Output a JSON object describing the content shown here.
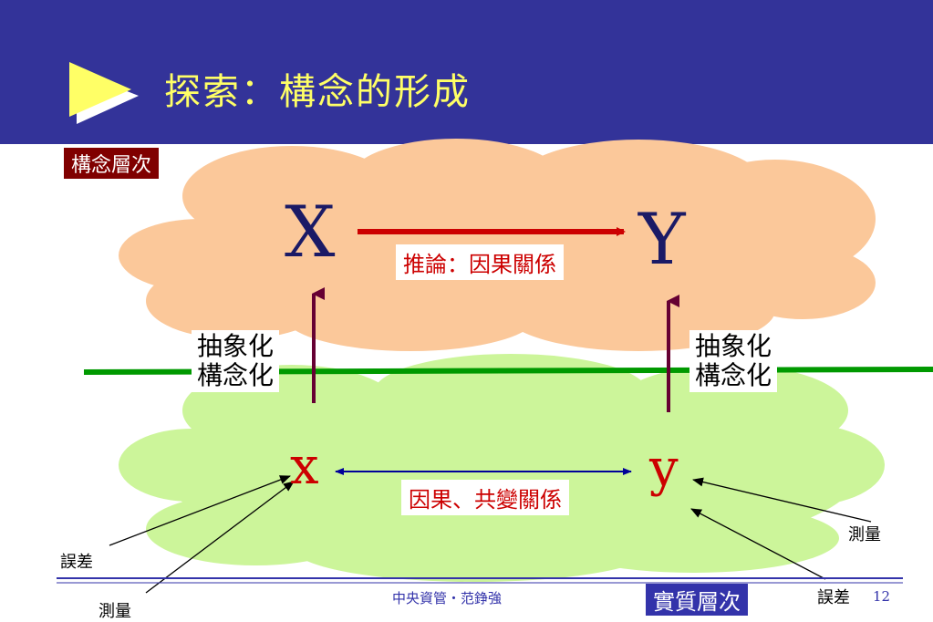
{
  "slide": {
    "title": "探索：構念的形成",
    "page_number": "12",
    "footer_text": "中央資管・范錚強"
  },
  "levels": {
    "concept": "構念層次",
    "real": "實質層次"
  },
  "concept_layer": {
    "x": "X",
    "y": "Y",
    "relation": "推論：因果關係"
  },
  "real_layer": {
    "x": "x",
    "y": "y",
    "relation": "因果、共變關係"
  },
  "abstraction": {
    "left_line1": "抽象化",
    "left_line2": "構念化",
    "right_line1": "抽象化",
    "right_line2": "構念化"
  },
  "annotations": {
    "left_error": "誤差",
    "left_measure": "測量",
    "right_measure": "測量",
    "right_error": "誤差"
  },
  "colors": {
    "header_bg": "#333399",
    "title": "#ffff66",
    "cloud_concept": "#fbc89a",
    "cloud_real": "#ccf59a",
    "divider_line": "#009900",
    "arrow_red": "#cc0000",
    "arrow_blue": "#000099",
    "arrow_up": "#660033"
  },
  "icons": [
    "play-triangle-icon"
  ]
}
